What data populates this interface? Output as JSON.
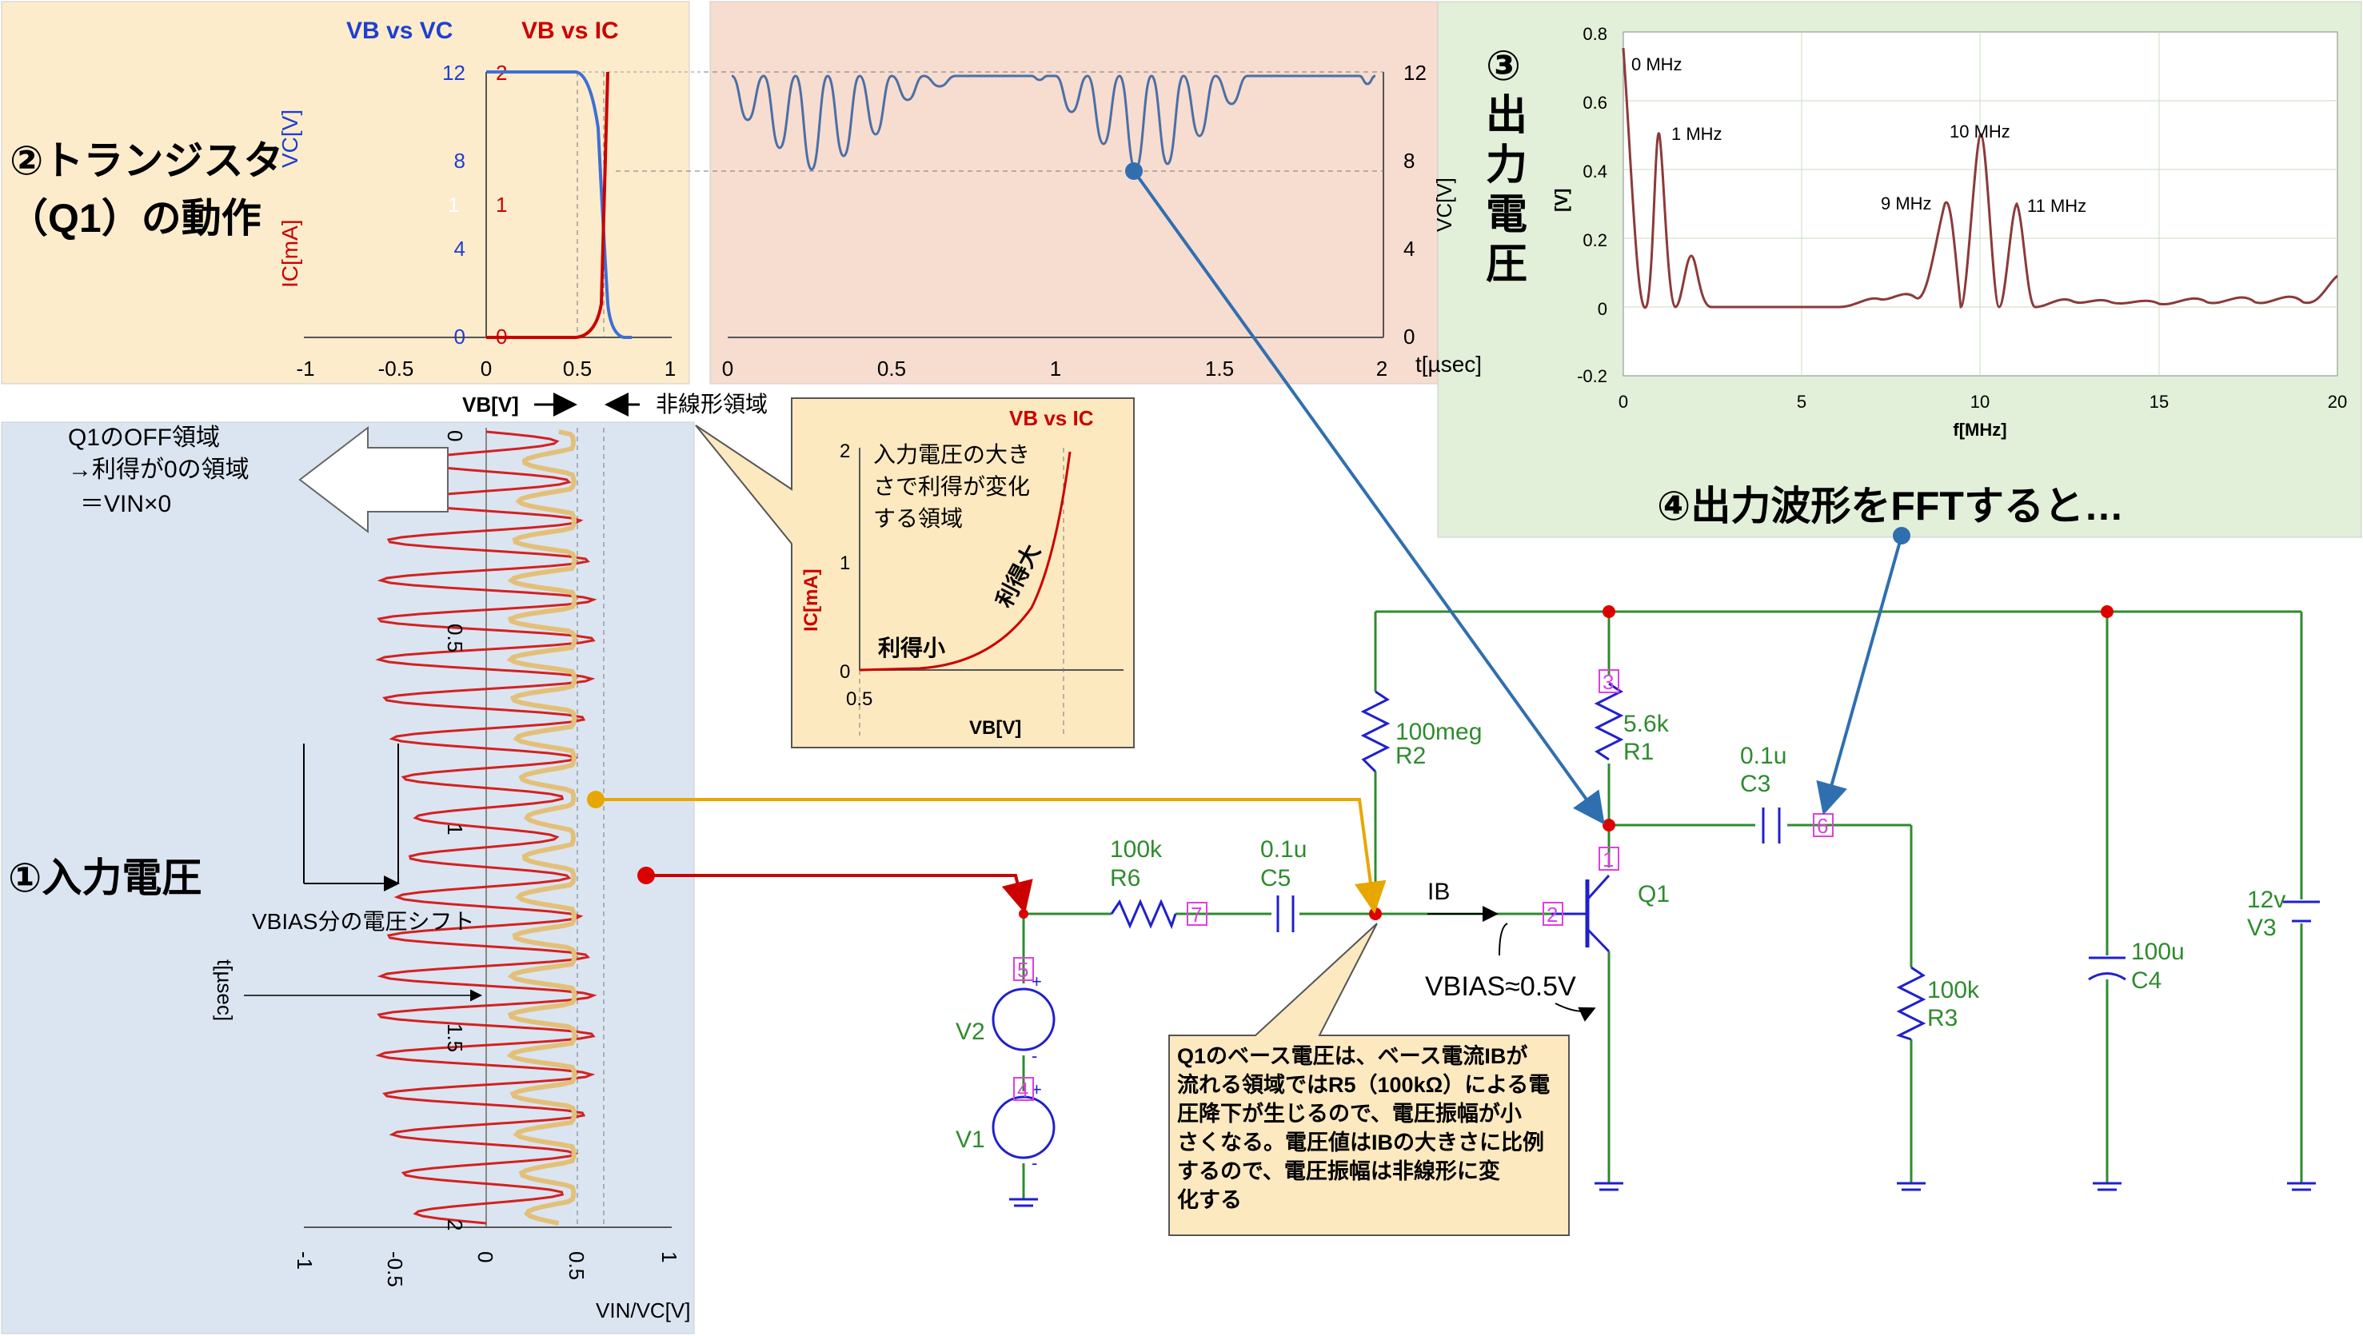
{
  "colors": {
    "panel_trans": "#fdeccc",
    "panel_vc": "#f7dcd0",
    "panel_fft": "#e2efd9",
    "panel_input": "#dbe5f1",
    "callout": "#fde9c0",
    "red": "#cc0000",
    "blue": "#1f3fcf",
    "gold": "#e8c070",
    "wire": "#2e8b2e",
    "component": "#2020cc",
    "node": "#dd0000",
    "node_label": "#e040e0",
    "arrow_blue": "#2f6fb0",
    "arrow_gold": "#e8a700",
    "fft_line": "#8b3a3a"
  },
  "panel2": {
    "title_line1": "②トランジスタ",
    "title_line2": "（Q1）の動作",
    "legend_vc": "VB vs VC",
    "legend_ic": "VB vs IC",
    "axis_vc": "VC[V]",
    "axis_ic": "IC[mA]",
    "vc_ticks": [
      "12",
      "8",
      "4",
      "0"
    ],
    "ic_ticks": [
      "2",
      "1",
      "0"
    ],
    "x_ticks": [
      "-1",
      "-0.5",
      "0",
      "0.5",
      "1"
    ],
    "x_label": "VB[V]",
    "nonlinear": "非線形領域",
    "ic_tick_faint": "1"
  },
  "panel3": {
    "title": "③出力電圧",
    "axis": "VC[V]",
    "y_ticks": [
      "12",
      "8",
      "4",
      "0"
    ],
    "x_ticks": [
      "0",
      "0.5",
      "1",
      "1.5",
      "2"
    ],
    "x_label": "t[µsec]"
  },
  "panel4": {
    "title": "④出力波形をFFTすると…",
    "y_label": "[V]",
    "x_label": "f[MHz]",
    "y_ticks": [
      "0.8",
      "0.6",
      "0.4",
      "0.2",
      "0",
      "-0.2"
    ],
    "x_ticks": [
      "0",
      "5",
      "10",
      "15",
      "20"
    ],
    "peaks": [
      "0 MHz",
      "1 MHz",
      "9 MHz",
      "10 MHz",
      "11 MHz"
    ]
  },
  "panel1": {
    "title": "①入力電圧",
    "off_line1": "Q1のOFF領域",
    "off_line2": "→利得が0の領域",
    "off_line3": "＝VIN×0",
    "shift_label": "VBIAS分の電圧シフト",
    "t_label": "t[µsec]",
    "x_ticks": [
      "-1",
      "-0.5",
      "0",
      "0.5",
      "1"
    ],
    "t_ticks": [
      "0",
      "0.5",
      "1",
      "1.5",
      "2"
    ],
    "x_label": "VIN/VC[V]"
  },
  "callout_gain": {
    "legend": "VB vs IC",
    "desc_line1": "入力電圧の大き",
    "desc_line2": "さで利得が変化",
    "desc_line3": "する領域",
    "large_gain": "利得大",
    "small_gain": "利得小",
    "y_label": "IC[mA]",
    "y_ticks": [
      "2",
      "1",
      "0"
    ],
    "x_tick": "0.5",
    "x_label": "VB[V]"
  },
  "callout_base": {
    "lines": [
      "Q1のベース電圧は、ベース電流IBが",
      "流れる領域ではR5（100kΩ）による電",
      "圧降下が生じるので、電圧振幅が小",
      "さくなる。電圧値はIBの大きさに比例",
      "するので、電圧振幅は非線形に変",
      "化する"
    ]
  },
  "circuit": {
    "r2_value": "100meg",
    "r2_name": "R2",
    "r1_value": "5.6k",
    "r1_name": "R1",
    "c3_value": "0.1u",
    "c3_name": "C3",
    "r6_value": "100k",
    "r6_name": "R6",
    "c5_value": "0.1u",
    "c5_name": "C5",
    "q1_name": "Q1",
    "r3_value": "100k",
    "r3_name": "R3",
    "c4_value": "100u",
    "c4_name": "C4",
    "v3_value": "12v",
    "v3_name": "V3",
    "v2_name": "V2",
    "v1_name": "V1",
    "ib_label": "IB",
    "vbias_label": "VBIAS≈0.5V",
    "node_numbers": [
      "1",
      "2",
      "3",
      "4",
      "5",
      "6",
      "7"
    ]
  }
}
